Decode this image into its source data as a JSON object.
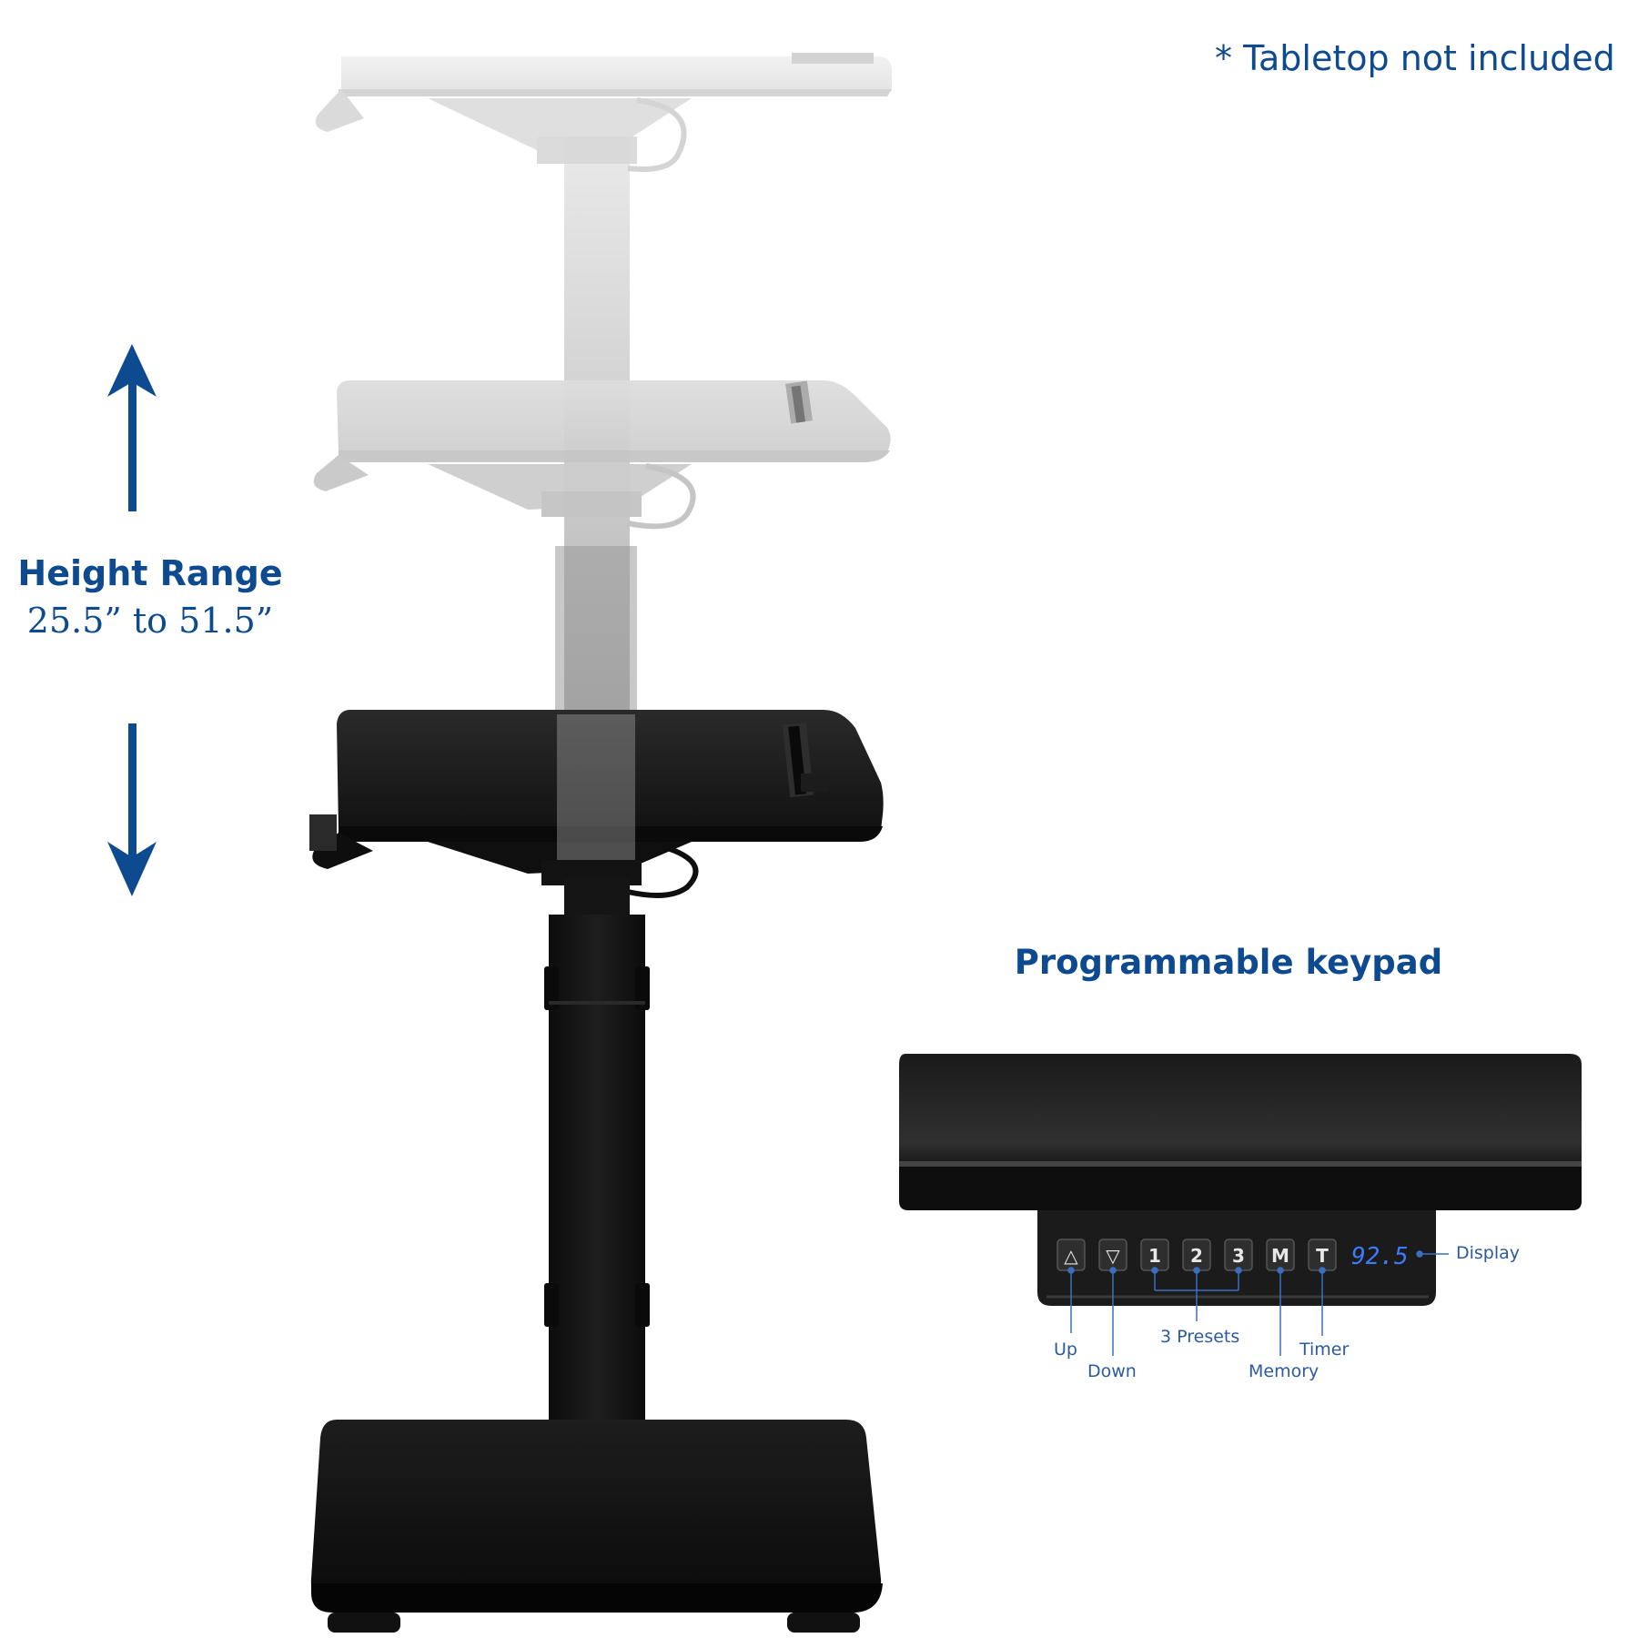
{
  "note": "* Tabletop not included",
  "height": {
    "title": "Height Range",
    "range": "25.5” to 51.5”"
  },
  "keypad": {
    "title": "Programmable keypad",
    "display_value": "92.5",
    "keys": [
      "△",
      "▽",
      "1",
      "2",
      "3",
      "M",
      "T"
    ],
    "labels": {
      "up": "Up",
      "down": "Down",
      "presets": "3 Presets",
      "memory": "Memory",
      "timer": "Timer",
      "display": "Display"
    }
  },
  "colors": {
    "brand_blue": "#0d4a8f",
    "desk_black": "#111111",
    "ghost_gray": "#d9d9d9",
    "lcd_blue": "#3d7bff"
  }
}
